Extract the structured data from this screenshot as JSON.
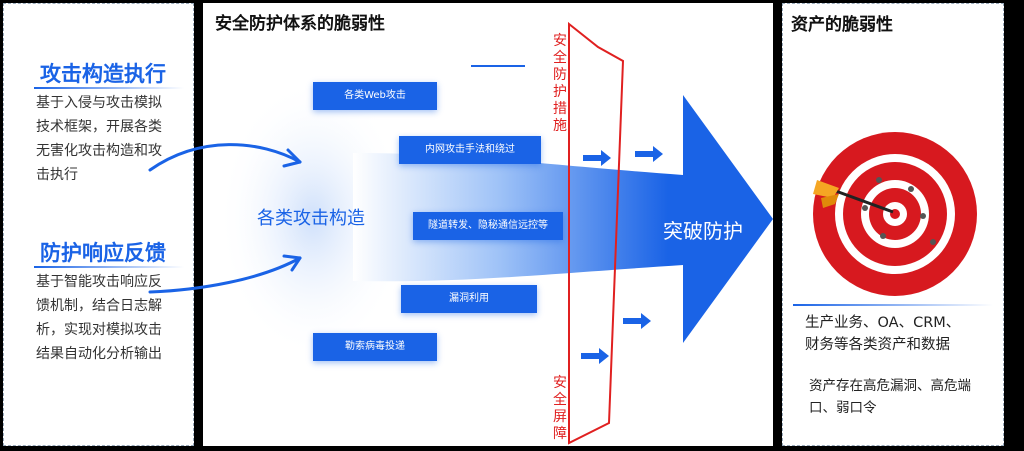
{
  "left": {
    "section1": {
      "title": "攻击构造执行",
      "lines": [
        "基于入侵与攻击模拟",
        "技术框架，开展各类",
        "无害化攻击构造和攻",
        "击执行"
      ]
    },
    "section2": {
      "title": "防护响应反馈",
      "lines": [
        "基于智能攻击响应反",
        "馈机制，结合日志解",
        "析，实现对模拟攻击",
        "结果自动化分析输出"
      ]
    }
  },
  "middle": {
    "title": "安全防护体系的脆弱性",
    "source_label": "各类攻击构造",
    "arrow_label": "突破防护",
    "measures_label": "安全防护措施",
    "barrier_label": "安全屏障",
    "attacks": [
      "各类Web攻击",
      "内网攻击手法和绕过",
      "隧道转发、隐秘通信远控等",
      "漏洞利用",
      "勒索病毒投递"
    ]
  },
  "right": {
    "title": "资产的脆弱性",
    "lines1": [
      "生产业务、OA、CRM、",
      "财务等各类资产和数据"
    ],
    "lines2": [
      "资产存在高危漏洞、高危端",
      "口、弱口令"
    ]
  },
  "colors": {
    "accent": "#1a63e6",
    "barrier": "#e02020"
  },
  "icons": [
    "target-icon",
    "dart-icon"
  ]
}
